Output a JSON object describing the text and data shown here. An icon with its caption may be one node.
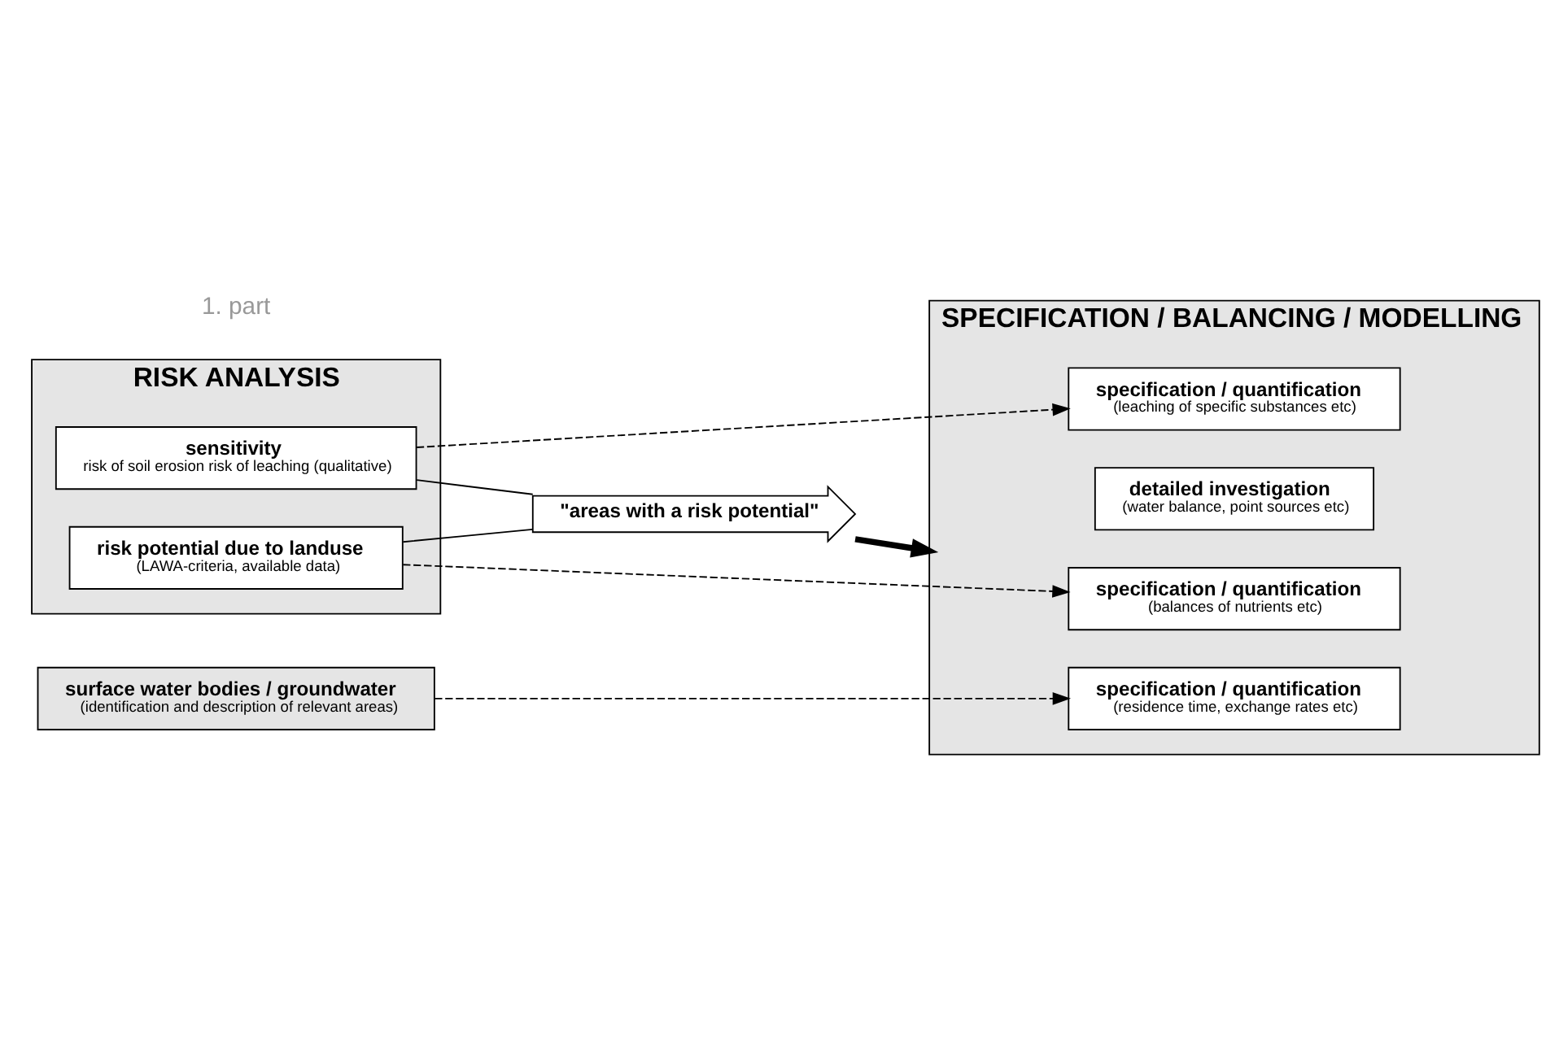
{
  "diagram": {
    "nodes": [
      {
        "text": [
          "RISK ANALYSIS"
        ]
      },
      {
        "text": [
          "sensitivity",
          "risk of soil erosion risk of leaching (qualitative)"
        ],
        "in": 0
      },
      {
        "text": [
          "risk potential due to landuse",
          "(LAWA-criteria, available data)"
        ],
        "in": 0
      },
      {
        "text": [
          "\"areas with a risk potential\""
        ]
      },
      {
        "text": [
          "surface water bodies / groundwater",
          "(identification and description of relevant areas)"
        ]
      },
      {
        "text": [
          "SPECIFICATION / BALANCING / MODELLING"
        ]
      },
      {
        "text": [
          "specification / quantification",
          "(leaching of specific substances etc)"
        ],
        "in": 5
      },
      {
        "text": [
          "detailed investigation",
          "(water balance, point sources etc)"
        ],
        "in": 5
      },
      {
        "text": [
          "specification / quantification",
          "(balances of nutrients etc)"
        ],
        "in": 5
      },
      {
        "text": [
          "specification / quantification",
          "(residence time, exchange rates etc)"
        ],
        "in": 5
      }
    ],
    "edges": [
      {
        "from": 1,
        "to": 6,
        "arrow": "to",
        "style": "dashed"
      },
      {
        "from": 1,
        "to": 3,
        "arrow": "none"
      },
      {
        "from": 2,
        "to": 3,
        "arrow": "none"
      },
      {
        "from": 2,
        "to": 8,
        "arrow": "to",
        "style": "dashed"
      },
      {
        "from": 4,
        "to": 9,
        "arrow": "to",
        "style": "dashed"
      },
      {
        "from": 3,
        "to": 5,
        "arrow": "to",
        "style": "thick"
      }
    ],
    "labels": [
      "1. part"
    ]
  }
}
